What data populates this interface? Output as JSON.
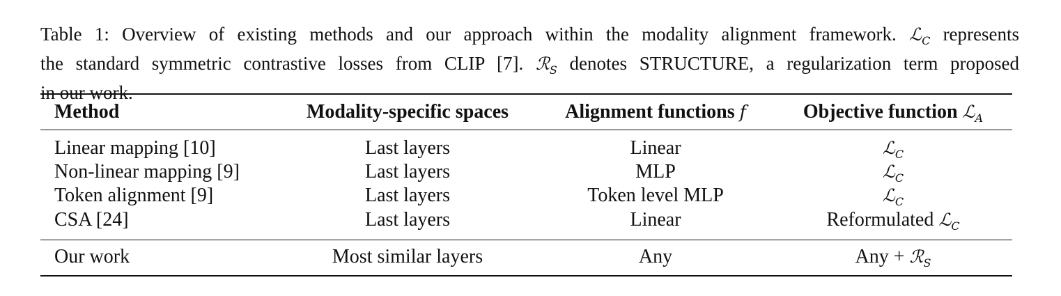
{
  "caption": {
    "line1_a": "Table 1: Overview of existing methods and our approach within the modality alignment framework.",
    "lc_sym": "ℒ",
    "lc_sub": "C",
    "line1_b": "represents",
    "line2_a": "the standard symmetric contrastive losses from CLIP [7].",
    "rs_sym": "ℛ",
    "rs_sub": "S",
    "line2_b": "denotes STRUCTURE, a regularization term proposed",
    "line3": "in our work."
  },
  "header": {
    "method": "Method",
    "spaces": "Modality-specific spaces",
    "align": "Alignment functions",
    "align_sym": "f",
    "objective": "Objective function",
    "obj_sym": "ℒ",
    "obj_sub": "A"
  },
  "rows": [
    {
      "method": "Linear mapping [10]",
      "spaces": "Last layers",
      "align": "Linear",
      "obj_prefix": "",
      "obj_sym": "ℒ",
      "obj_sub": "C"
    },
    {
      "method": "Non-linear mapping [9]",
      "spaces": "Last layers",
      "align": "MLP",
      "obj_prefix": "",
      "obj_sym": "ℒ",
      "obj_sub": "C"
    },
    {
      "method": "Token alignment [9]",
      "spaces": "Last layers",
      "align": "Token level MLP",
      "obj_prefix": "",
      "obj_sym": "ℒ",
      "obj_sub": "C"
    },
    {
      "method": "CSA [24]",
      "spaces": "Last layers",
      "align": "Linear",
      "obj_prefix": "Reformulated",
      "obj_sym": "ℒ",
      "obj_sub": "C"
    },
    {
      "method": "Our work",
      "spaces": "Most similar layers",
      "align": "Any",
      "obj_prefix": "Any +",
      "obj_sym": "ℛ",
      "obj_sub": "S"
    }
  ]
}
